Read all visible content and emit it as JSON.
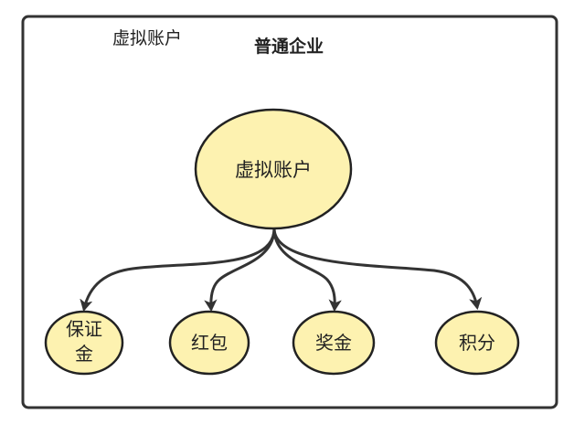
{
  "diagram": {
    "container_label": "虚拟账户",
    "title": "普通企业",
    "root": {
      "label": "虚拟账户"
    },
    "children": [
      {
        "label_lines": [
          "保证",
          "金"
        ]
      },
      {
        "label_lines": [
          "红包"
        ]
      },
      {
        "label_lines": [
          "奖金"
        ]
      },
      {
        "label_lines": [
          "积分"
        ]
      }
    ]
  },
  "colors": {
    "node_fill": "#fdf2b0",
    "node_stroke": "#222222",
    "frame_stroke": "#333333",
    "edge": "#333333"
  }
}
